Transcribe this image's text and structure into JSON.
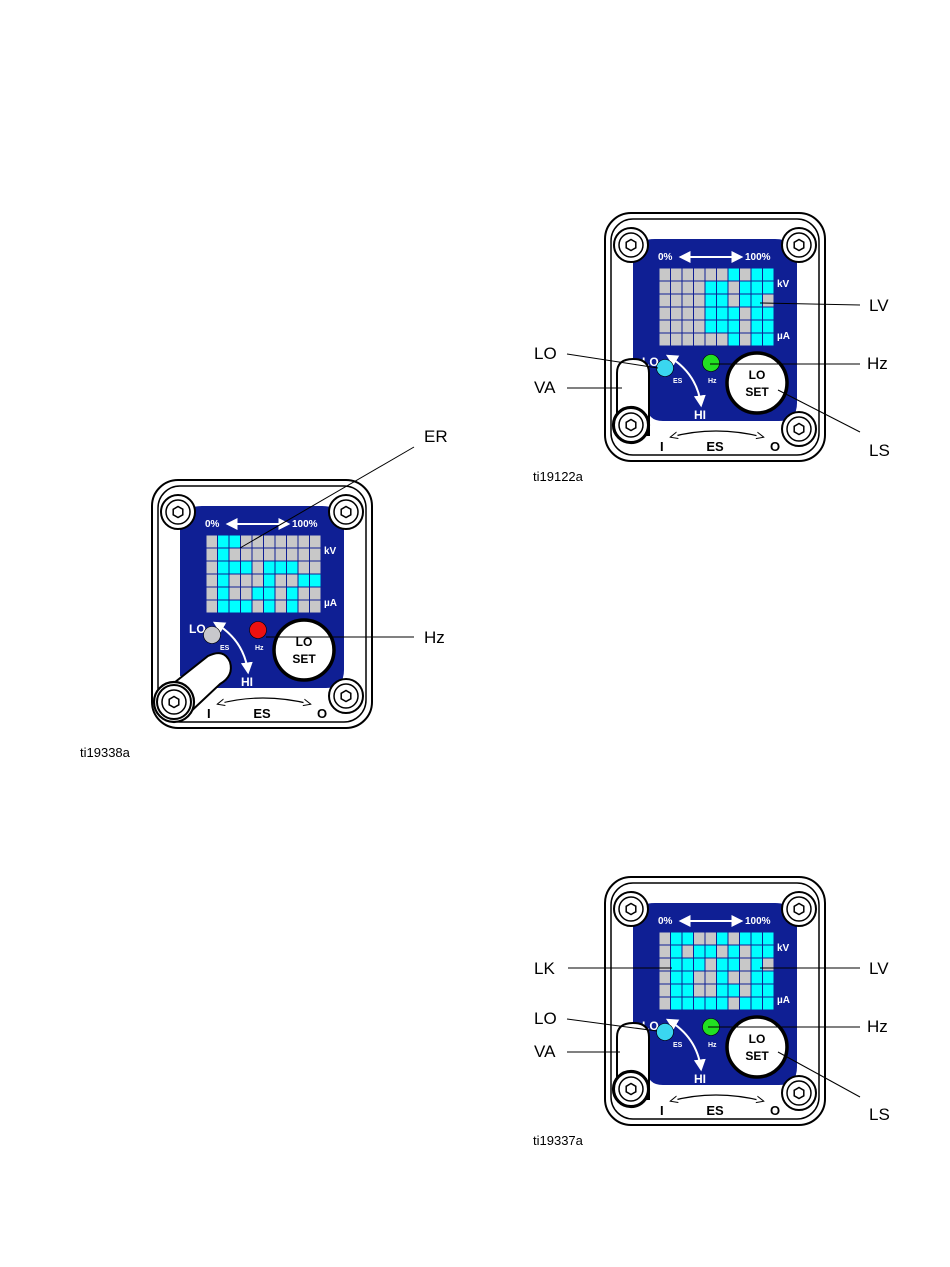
{
  "colors": {
    "panel_blue": "#0f1f94",
    "lit_cell": "#00ffff",
    "unlit_cell": "#c8c8c8",
    "grid_line": "#0f1f94",
    "indicator_cyan": "#3ad6f0",
    "indicator_green": "#22e022",
    "indicator_red": "#ee1111",
    "indicator_gray": "#c8c8cc"
  },
  "panel_labels": {
    "pct_low": "0%",
    "pct_high": "100%",
    "kv": "kV",
    "ua": "µA",
    "lo": "LO",
    "hi": "HI",
    "es_small": "ES",
    "hz_small": "Hz",
    "btn_line1": "LO",
    "btn_line2": "SET",
    "switch_i": "I",
    "switch_es": "ES",
    "switch_o": "O"
  },
  "figures": [
    {
      "id": "fig-er",
      "figure_id": "ti19338a",
      "hz_led": "red",
      "es_led": "gray",
      "lever": "on",
      "rows": [
        "0110000000",
        "0100000000",
        "0111011100",
        "0100010011",
        "0100110100",
        "0111010100"
      ],
      "callouts": [
        {
          "text": "ER"
        },
        {
          "text": "Hz"
        }
      ]
    },
    {
      "id": "fig-lv",
      "figure_id": "ti19122a",
      "hz_led": "green",
      "es_led": "cyan",
      "lever": "off",
      "rows": [
        "0000001011",
        "0000110111",
        "0000110110",
        "0000111011",
        "0000111011",
        "0000001011"
      ],
      "callouts": [
        {
          "text": "LV"
        },
        {
          "text": "LO"
        },
        {
          "text": "Hz"
        },
        {
          "text": "VA"
        },
        {
          "text": "LS"
        }
      ]
    },
    {
      "id": "fig-lk",
      "figure_id": "ti19337a",
      "hz_led": "green",
      "es_led": "cyan",
      "lever": "off",
      "rows": [
        "0110010111",
        "0101101011",
        "0111011010",
        "0110010011",
        "0110011011",
        "0111110111"
      ],
      "callouts": [
        {
          "text": "LK"
        },
        {
          "text": "LV"
        },
        {
          "text": "LO"
        },
        {
          "text": "Hz"
        },
        {
          "text": "VA"
        },
        {
          "text": "LS"
        }
      ]
    }
  ]
}
